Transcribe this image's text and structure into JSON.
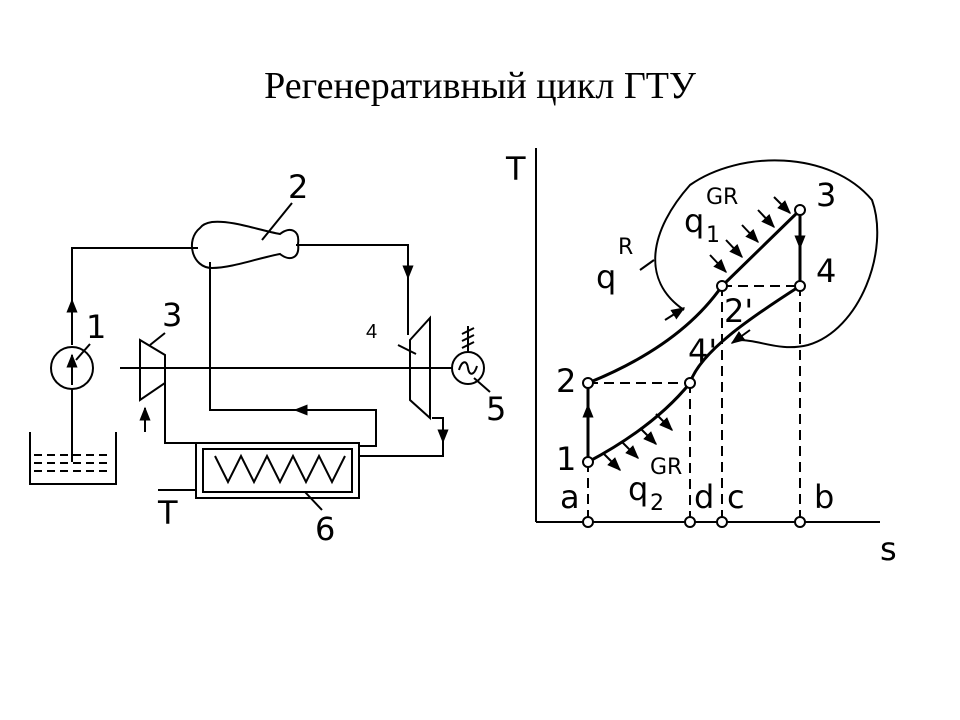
{
  "title": "Регенеративный цикл ГТУ",
  "scheme": {
    "labels": {
      "pump": "1",
      "chamber": "2",
      "compressor": "3",
      "turbine": "4",
      "generator": "5",
      "regenerator": "6",
      "temperature": "T"
    }
  },
  "ts_diagram": {
    "axis_y": "T",
    "axis_x": "s",
    "points": {
      "p1": "1",
      "p2": "2",
      "p3": "3",
      "p4": "4",
      "p2p": "2'",
      "p4p": "4'"
    },
    "s_marks": {
      "a": "a",
      "d": "d",
      "c": "c",
      "b": "b"
    },
    "heat": {
      "q1": "q",
      "q1_sub": "1",
      "q1_sup": "GR",
      "q2": "q",
      "q2_sub": "2",
      "q2_sup": "GR",
      "qR": "q",
      "qR_sup": "R"
    }
  }
}
